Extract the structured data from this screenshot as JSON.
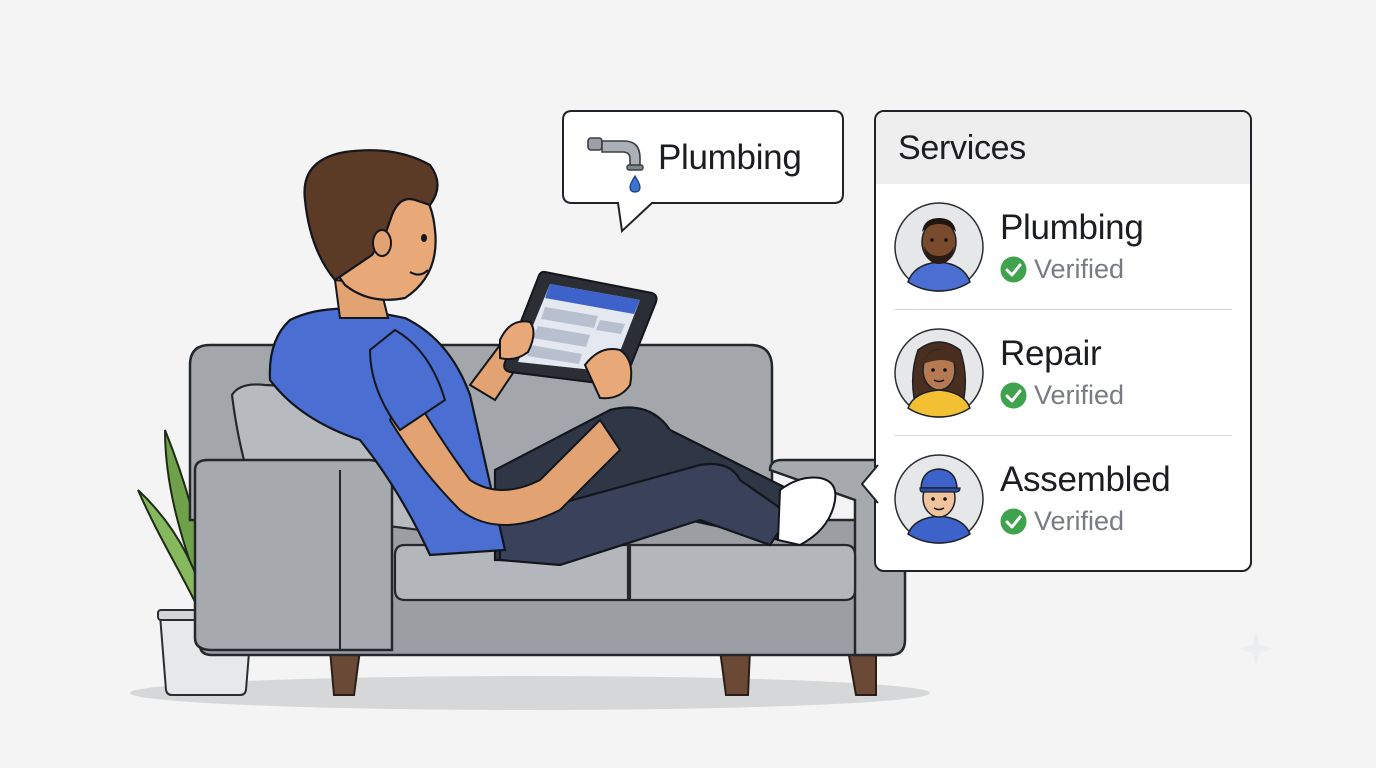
{
  "speech_bubble": {
    "icon": "faucet-icon",
    "label": "Plumbing"
  },
  "services_panel": {
    "title": "Services",
    "items": [
      {
        "name": "Plumbing",
        "status": "Verified",
        "avatar": "man-beard-avatar"
      },
      {
        "name": "Repair",
        "status": "Verified",
        "avatar": "woman-avatar"
      },
      {
        "name": "Assembled",
        "status": "Verified",
        "avatar": "man-cap-avatar"
      }
    ]
  },
  "colors": {
    "shirt": "#4a6ed1",
    "sofa": "#9fa3a8",
    "verified_green": "#3fa34d",
    "tablet_header": "#3d62c9"
  }
}
